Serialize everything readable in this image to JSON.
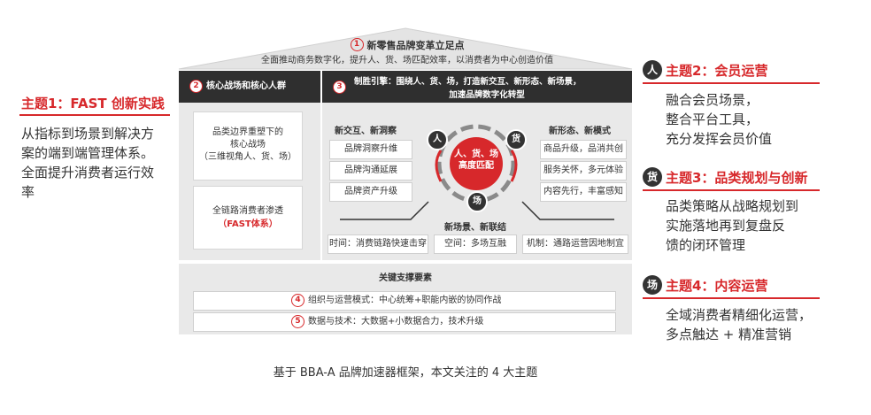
{
  "left": {
    "title": "主题1：FAST 创新实践",
    "lines": [
      "从指标到场景到解决方",
      "案的端到端管理体系。",
      "全面提升消费者运行效",
      "率"
    ]
  },
  "roof": {
    "num": "1",
    "title": "新零售品牌变革立足点",
    "subtitle": "全面推动商务数字化，提升人、货、场匹配效率，以消费者为中心创造价值"
  },
  "sec2": {
    "num": "2",
    "header": "核心战场和核心人群",
    "box1_lines": [
      "品类边界重塑下的",
      "核心战场",
      "（三维视角人、货、场）"
    ],
    "box2_line1": "全链路消费者渗透",
    "box2_line2": "（FAST体系）"
  },
  "sec3": {
    "num": "3",
    "header_line1": "制胜引擎：围绕人、货、场，打造新交互、新形态、新场景，",
    "header_line2": "加速品牌数字化转型",
    "left_title": "新交互、新洞察",
    "left_items": [
      "品牌洞察升维",
      "品牌沟通延展",
      "品牌资产升级"
    ],
    "right_title": "新形态、新模式",
    "right_items": [
      "商品升级，品消共创",
      "服务关怀，多元体验",
      "内容先行，丰富感知"
    ],
    "center_line1": "人、货、场",
    "center_line2": "高度匹配",
    "badge_ren": "人",
    "badge_huo": "货",
    "badge_chang": "场",
    "bottom_title": "新场景、新联结",
    "bottom_items": [
      "时间：消费链路快速击穿",
      "空间：多场互融",
      "机制：通路运营因地制宜"
    ]
  },
  "support": {
    "header": "关键支撑要素",
    "items": [
      {
        "num": "4",
        "text": "组织与运营模式：中心统筹+职能内嵌的协同作战"
      },
      {
        "num": "5",
        "text": "数据与技术：大数据+小数据合力，技术升级"
      }
    ]
  },
  "right": {
    "t2": {
      "icon": "人",
      "title": "主题2：会员运营",
      "lines": [
        "融合会员场景，",
        "整合平台工具，",
        "充分发挥会员价值"
      ]
    },
    "t3": {
      "icon": "货",
      "title": "主题3：品类规划与创新",
      "lines": [
        "品类策略从战略规划到",
        "实施落地再到复盘反",
        "馈的闭环管理"
      ]
    },
    "t4": {
      "icon": "场",
      "title": "主题4：内容运营",
      "lines": [
        "全域消费者精细化运营，",
        "多点触达 + 精准营销"
      ]
    }
  },
  "caption": "基于 BBA-A 品牌加速器框架，本文关注的 4 大主题",
  "colors": {
    "accent": "#d7282b",
    "dark": "#2f2f2f",
    "panel": "#e9e9e9"
  }
}
